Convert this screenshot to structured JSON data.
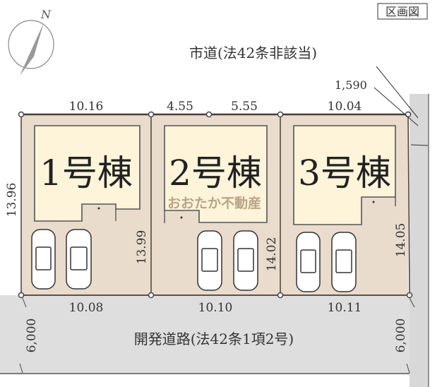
{
  "title": "区画図",
  "north_label": "N",
  "city_road_label": "市道(法42条非該当)",
  "city_road_width": "1,590",
  "top_dims": [
    "10.16",
    "4.55",
    "5.55",
    "10.04"
  ],
  "bottom_dims": [
    "10.08",
    "10.10",
    "10.11"
  ],
  "side_dims": [
    "13.96",
    "13.99",
    "14.02",
    "14.05"
  ],
  "houses": [
    "1号棟",
    "2号棟",
    "3号棟"
  ],
  "dev_road_label": "開発道路(法42条1項2号)",
  "road_width_left": "6,000",
  "road_width_right": "6,000",
  "watermark": "おおたか不動産"
}
